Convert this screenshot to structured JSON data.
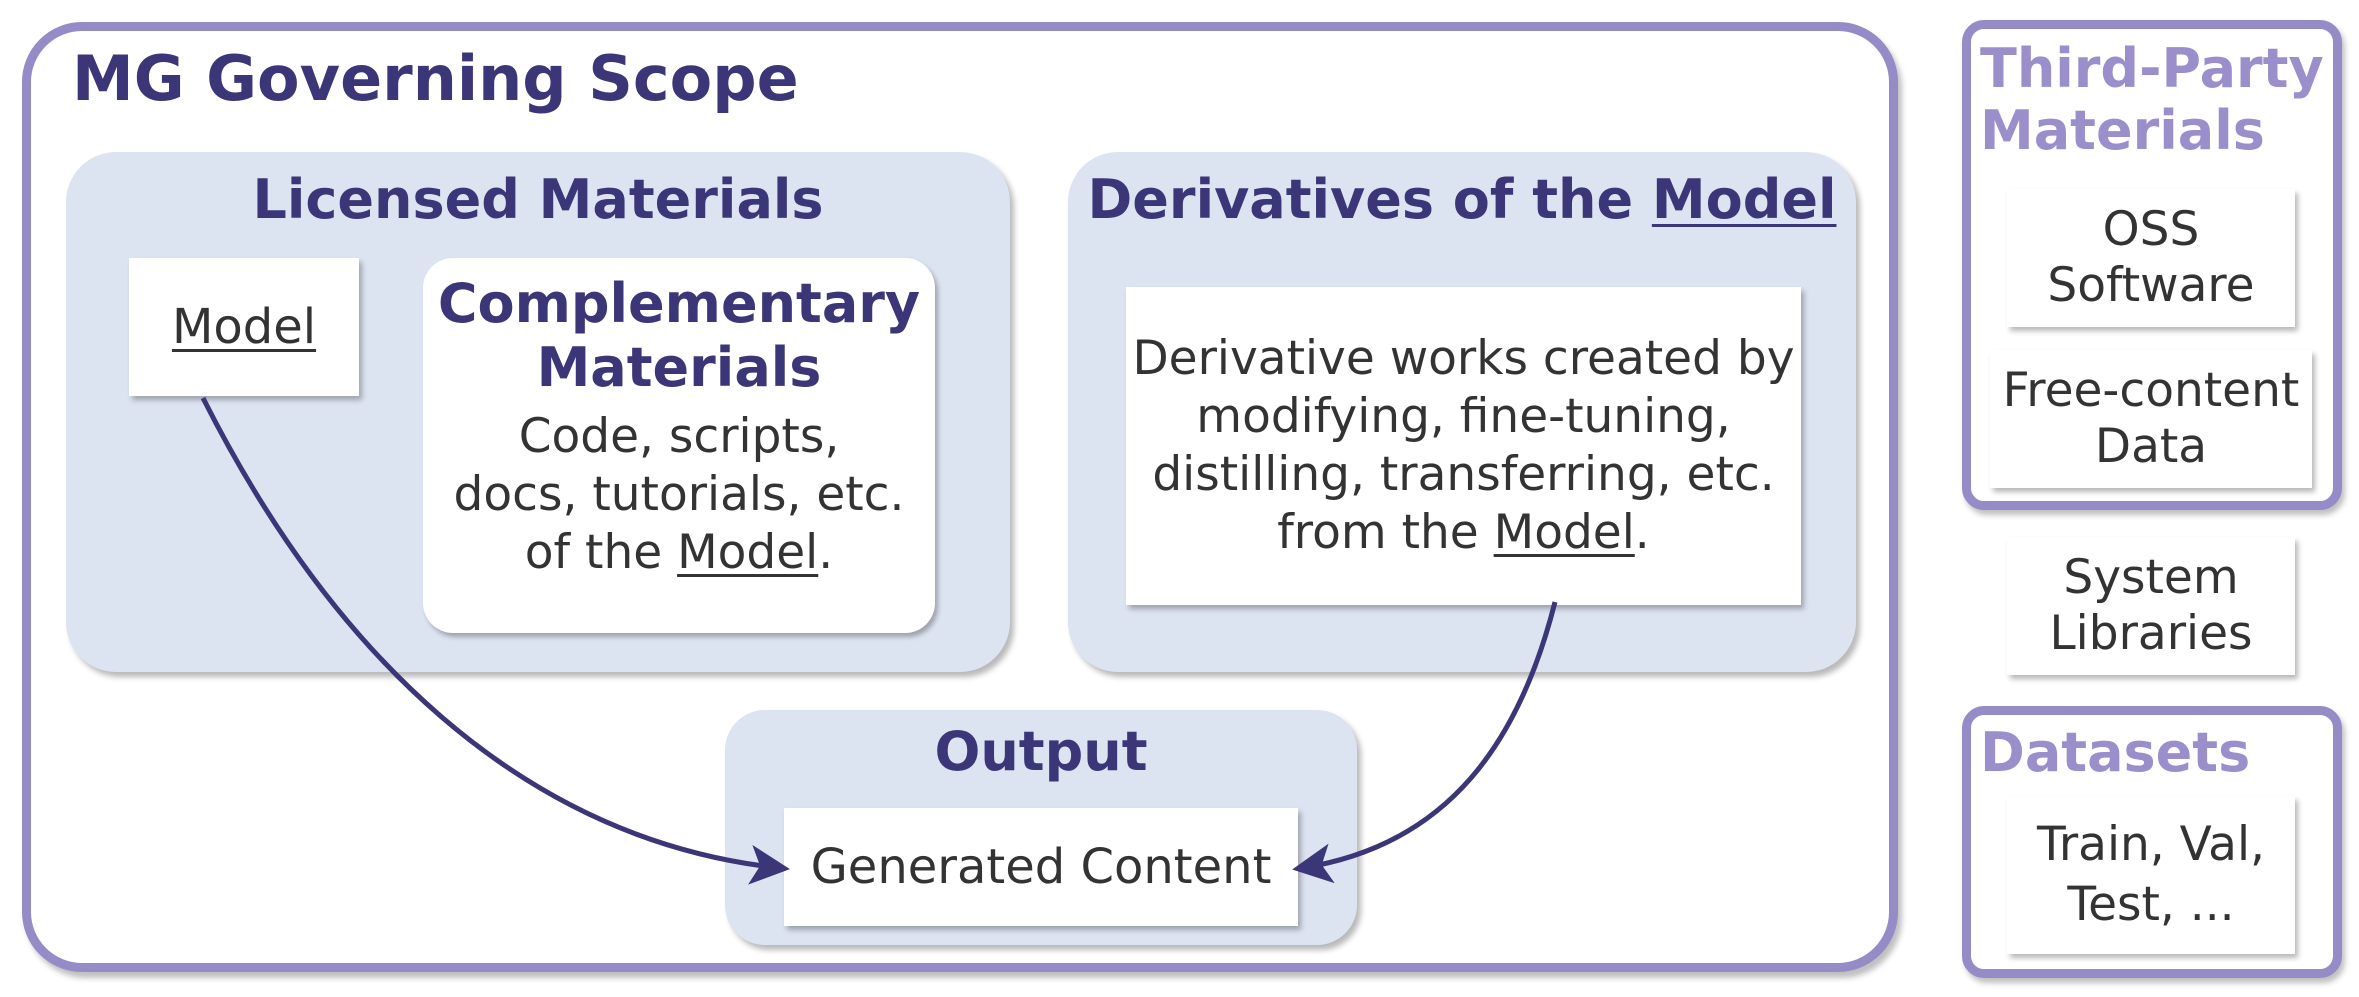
{
  "scope": {
    "title": "MG Governing Scope"
  },
  "licensed": {
    "title": "Licensed Materials",
    "model_label": "Model",
    "complementary": {
      "title_line1": "Complementary",
      "title_line2": "Materials",
      "desc_line1": "Code, scripts,",
      "desc_line2": "docs, tutorials, etc.",
      "desc_line3_prefix": "of the ",
      "desc_line3_link": "Model",
      "desc_line3_suffix": "."
    }
  },
  "derivatives": {
    "title_prefix": "Derivatives of the ",
    "title_link": "Model",
    "desc_line1": "Derivative works created by",
    "desc_line2": "modifying, fine-tuning,",
    "desc_line3": "distilling, transferring, etc.",
    "desc_line4_prefix": "from the ",
    "desc_line4_link": "Model",
    "desc_line4_suffix": "."
  },
  "output": {
    "title": "Output",
    "content": "Generated Content"
  },
  "third_party": {
    "title_line1": "Third-Party",
    "title_line2": "Materials",
    "oss_line1": "OSS",
    "oss_line2": "Software",
    "free_line1": "Free-content",
    "free_line2": "Data"
  },
  "system_libraries": {
    "line1": "System",
    "line2": "Libraries"
  },
  "datasets": {
    "title": "Datasets",
    "line1": "Train, Val,",
    "line2": "Test, ..."
  },
  "colors": {
    "title_dark": "#3b3677",
    "frame_purple": "#958bc6",
    "group_fill": "#dce3f1",
    "side_title": "#9a8fcb",
    "arrow": "#3b3677"
  }
}
